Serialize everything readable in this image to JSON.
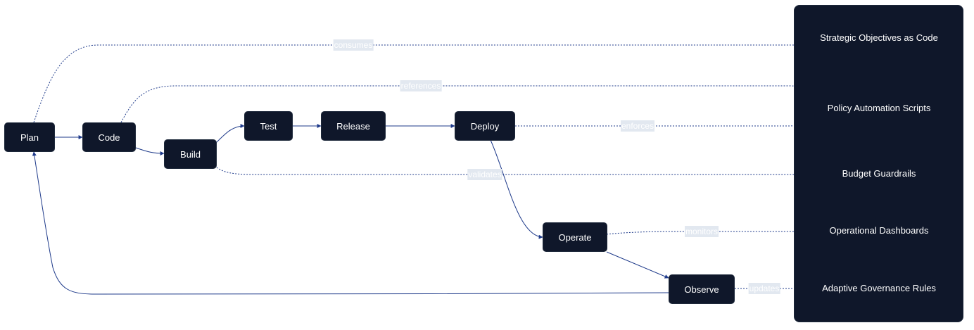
{
  "colors": {
    "node_fill": "#0f172a",
    "node_text": "#ffffff",
    "edge": "#1e3a8a",
    "label_bg": "#e2e8f0"
  },
  "pipeline": {
    "plan": "Plan",
    "code": "Code",
    "build": "Build",
    "test": "Test",
    "release": "Release",
    "deploy": "Deploy",
    "operate": "Operate",
    "observe": "Observe"
  },
  "governance": {
    "strategic_objectives": "Strategic Objectives as Code",
    "policy_scripts": "Policy Automation Scripts",
    "budget_guardrails": "Budget Guardrails",
    "operational_dashboards": "Operational Dashboards",
    "adaptive_rules": "Adaptive Governance Rules"
  },
  "edge_labels": {
    "consumes": "consumes",
    "references": "references",
    "enforces": "enforces",
    "validates": "validates",
    "monitors": "monitors",
    "updates": "updates"
  }
}
